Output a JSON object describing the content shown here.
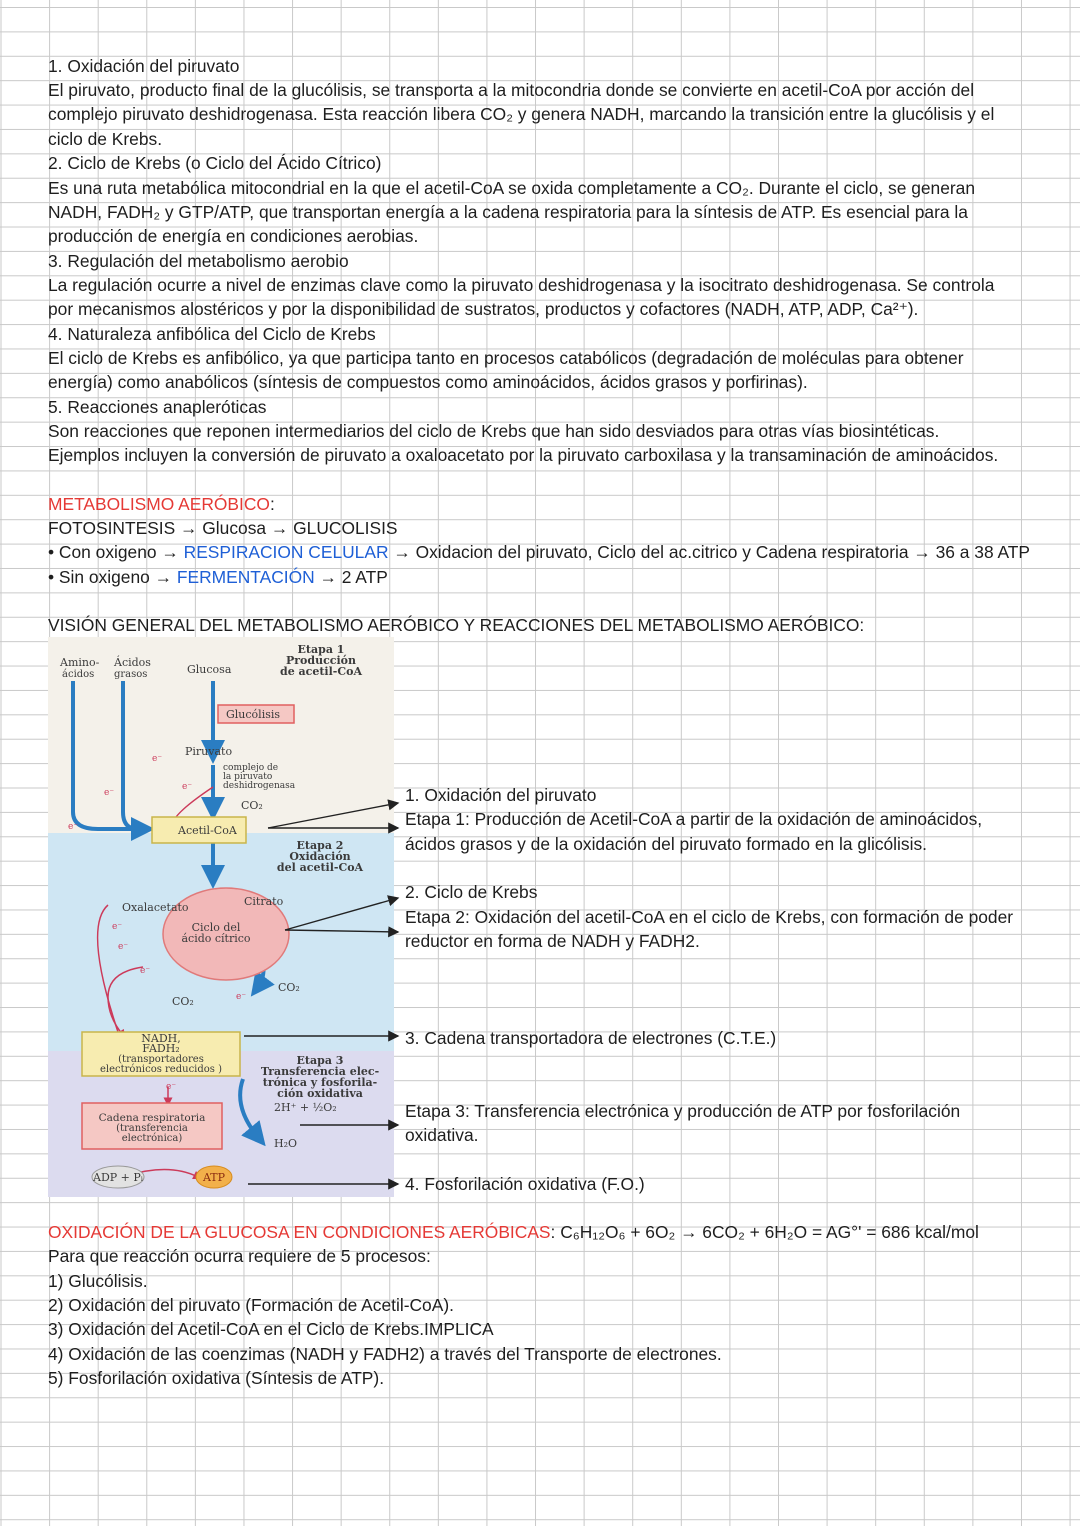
{
  "section1": {
    "title": "1. Oxidación del piruvato",
    "lines": [
      "El piruvato, producto final de la glucólisis, se transporta a la mitocondria donde se convierte en acetil-CoA por acción del",
      "complejo piruvato deshidrogenasa. Esta reacción libera CO₂ y genera NADH, marcando la transición entre la glucólisis y el",
      "ciclo de Krebs."
    ]
  },
  "section2": {
    "title": "2. Ciclo de Krebs (o Ciclo del Ácido Cítrico)",
    "lines": [
      "Es una ruta metabólica mitocondrial en la que el acetil-CoA se oxida completamente a CO₂. Durante el ciclo, se generan",
      "NADH, FADH₂ y GTP/ATP, que transportan energía a la cadena respiratoria para la síntesis de ATP. Es esencial para la",
      "producción de energía en condiciones aerobias."
    ]
  },
  "section3": {
    "title": "3. Regulación del metabolismo aerobio",
    "lines": [
      "La regulación ocurre a nivel de enzimas clave como la piruvato deshidrogenasa y la isocitrato deshidrogenasa. Se controla",
      "por mecanismos alostéricos y por la disponibilidad de sustratos, productos y cofactores (NADH, ATP, ADP, Ca²⁺)."
    ]
  },
  "section4": {
    "title": "4. Naturaleza anfibólica del Ciclo de Krebs",
    "lines": [
      "El ciclo de Krebs es anfibólico, ya que participa tanto en procesos catabólicos (degradación de moléculas para obtener",
      "energía) como anabólicos (síntesis de compuestos como aminoácidos, ácidos grasos y porfirinas)."
    ]
  },
  "section5": {
    "title": "5. Reacciones anapleróticas",
    "lines": [
      "Son reacciones que reponen intermediarios del ciclo de Krebs que han sido desviados para otras vías biosintéticas.",
      "Ejemplos incluyen la conversión de piruvato a oxaloacetato por la piruvato carboxilasa y la transaminación de aminoácidos."
    ]
  },
  "metabolism": {
    "heading": "METABOLISMO AERÓBICO",
    "heading_colon": ":",
    "line1": "FOTOSINTESIS → Glucosa → GLUCOLISIS",
    "line2_a": "• Con oxigeno → ",
    "line2_b": "RESPIRACION CELULAR",
    "line2_c": " → Oxidacion del piruvato, Ciclo del ac.citrico y Cadena respiratoria → 36 a 38 ATP",
    "line3_a": "• Sin oxigeno → ",
    "line3_b": "FERMENTACIÓN",
    "line3_c": " → 2 ATP"
  },
  "overview_heading": "VISIÓN GENERAL DEL METABOLISMO AERÓBICO Y REACCIONES DEL METABOLISMO AERÓBICO:",
  "diagram": {
    "amino": "Amino-",
    "amino2": "ácidos",
    "acidos": "Ácidos",
    "grasos": "grasos",
    "glucosa": "Glucosa",
    "etapa1_a": "Etapa 1",
    "etapa1_b": "Producción",
    "etapa1_c": "de acetil-CoA",
    "glucolisis": "Glucólisis",
    "piruvato": "Piruvato",
    "complejo_a": "complejo de",
    "complejo_b": "la piruvato",
    "complejo_c": "deshidrogenasa",
    "co2": "CO₂",
    "acetilcoa": "Acetil-CoA",
    "etapa2_a": "Etapa 2",
    "etapa2_b": "Oxidación",
    "etapa2_c": "del acetil-CoA",
    "oxalacetato": "Oxalacetato",
    "citrato": "Citrato",
    "ciclo_a": "Ciclo del",
    "ciclo_b": "ácido cítrico",
    "nadh_a": "NADH,",
    "nadh_b": "FADH₂",
    "nadh_c": "(transportadores",
    "nadh_d": "electrónicos reducidos )",
    "etapa3_a": "Etapa 3",
    "etapa3_b": "Transferencia elec-",
    "etapa3_c": "trónica y fosforila-",
    "etapa3_d": "ción oxidativa",
    "h_o2": "2H⁺ + ½O₂",
    "cadena_a": "Cadena respiratoria",
    "cadena_b": "(transferencia",
    "cadena_c": "electrónica)",
    "h2o": "H₂O",
    "adp": "ADP + Pᵢ",
    "atp": "ATP",
    "e": "e⁻"
  },
  "diagram_labels": {
    "l1": "1. Oxidación del piruvato",
    "l2": "Etapa 1: Producción de Acetil-CoA a partir de la oxidación de aminoácidos,",
    "l3": "ácidos grasos y de la oxidación del piruvato formado en la glicólisis.",
    "l4": "2. Ciclo de Krebs",
    "l5": "Etapa 2: Oxidación del acetil-CoA en el ciclo de Krebs, con formación de poder",
    "l6": "reductor en forma de NADH y FADH2.",
    "l7": "3. Cadena transportadora de electrones (C.T.E.)",
    "l8": "Etapa 3: Transferencia electrónica y producción de ATP por fosforilación",
    "l9": "oxidativa.",
    "l10": "4. Fosforilación oxidativa (F.O.)"
  },
  "glucose": {
    "heading": "OXIDACIÓN DE LA GLUCOSA EN CONDICIONES AERÓBICAS",
    "equation": ": C₆H₁₂O₆ + 6O₂ → 6CO₂ + 6H₂O = AG°' = 686 kcal/mol",
    "intro": "Para que reacción ocurra requiere de 5 procesos:",
    "steps": [
      "1) Glucólisis.",
      "2) Oxidación del piruvato (Formación de Acetil-CoA).",
      "3) Oxidación del Acetil-CoA en el Ciclo de Krebs.IMPLICA",
      "4) Oxidación de las coenzimas (NADH y FADH2) a través del Transporte de electrones.",
      "5) Fosforilación oxidativa (Síntesis de ATP)."
    ]
  }
}
